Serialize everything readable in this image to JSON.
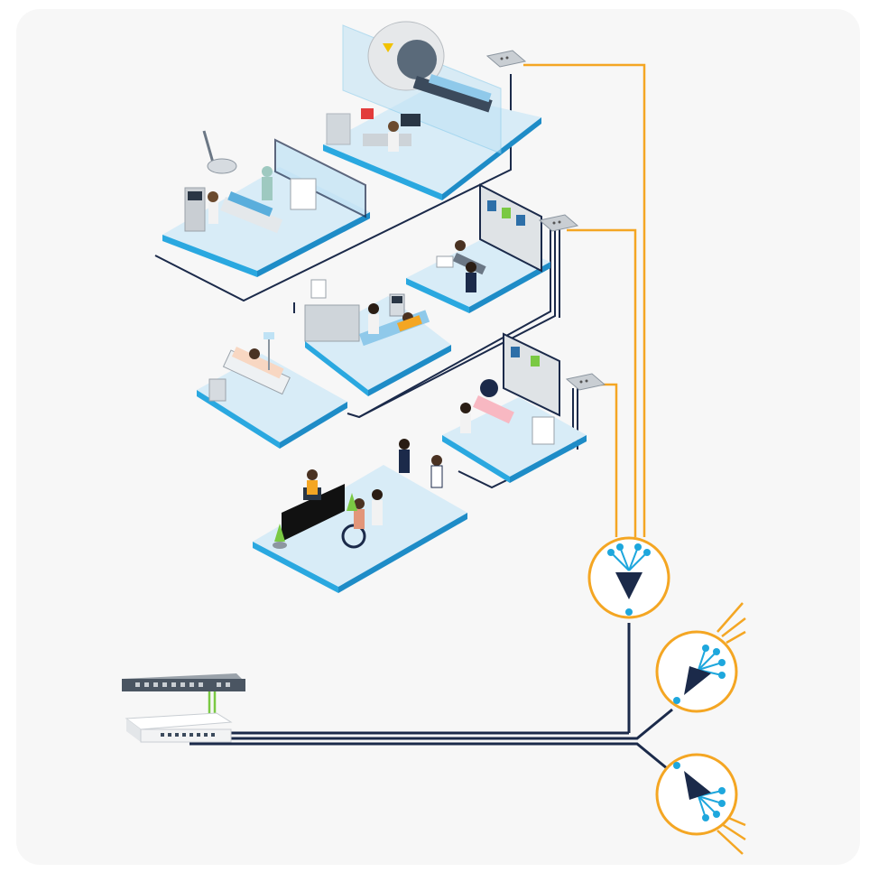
{
  "diagram": {
    "kind": "hospital-network-topology",
    "colors": {
      "background": "#ffffff",
      "panel": "#f7f7f7",
      "platform_top": "#d8ecf7",
      "platform_edge": "#2aa8e0",
      "platform_side": "#1e8cc7",
      "cable_navy": "#1b2a4a",
      "cable_orange": "#f4a623",
      "splitter_orange": "#f4a623",
      "splitter_dot": "#1ea7dd",
      "splitter_body": "#1b2a4a",
      "fiber_green": "#7ac943",
      "device_gray": "#c9ced3"
    },
    "rooms": [
      {
        "id": "mri-room",
        "icon": "mri-scanner-icon"
      },
      {
        "id": "operating-room",
        "icon": "surgery-light-icon"
      },
      {
        "id": "consultation-room",
        "icon": "bookshelf-icon"
      },
      {
        "id": "ultrasound-room",
        "icon": "ultrasound-icon"
      },
      {
        "id": "patient-ward",
        "icon": "hospital-bed-icon"
      },
      {
        "id": "dental-room",
        "icon": "dental-chair-icon"
      },
      {
        "id": "reception-lobby",
        "icon": "wheelchair-icon"
      }
    ],
    "access_points": [
      "ap-mri",
      "ap-consultation",
      "ap-dental"
    ],
    "splitters": [
      "splitter-main",
      "splitter-right-upper",
      "splitter-right-lower"
    ],
    "network_devices": [
      "olt-switch",
      "optical-network-unit"
    ]
  }
}
